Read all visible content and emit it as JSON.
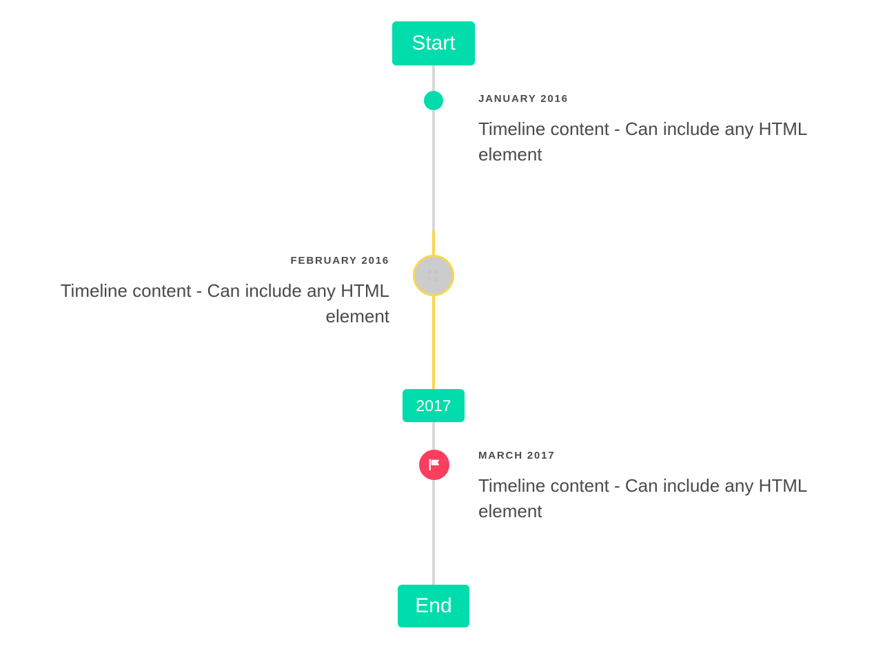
{
  "colors": {
    "accent_teal": "#00DCAB",
    "accent_yellow": "#FAD74F",
    "accent_pink": "#FA3E5E",
    "line_gray": "#D8D8D8",
    "marker_gray": "#CCCCCC",
    "text_gray": "#4A4A4A",
    "background": "#FFFFFF"
  },
  "timeline": {
    "start_cap": {
      "label": "Start"
    },
    "year_cap": {
      "label": "2017"
    },
    "end_cap": {
      "label": "End"
    },
    "entries": [
      {
        "id": "january-2016",
        "side": "right",
        "date": "JANUARY 2016",
        "body": "Timeline content - Can include any HTML element",
        "marker": {
          "type": "dot",
          "icon": "none",
          "color": "#00DCAB"
        }
      },
      {
        "id": "february-2016",
        "side": "left",
        "date": "FEBRUARY 2016",
        "body": "Timeline content - Can include any HTML element",
        "marker": {
          "type": "circle-outline",
          "icon": "missing-glyph-icon",
          "color": "#CCCCCC",
          "border_color": "#FAD74F"
        }
      },
      {
        "id": "march-2017",
        "side": "right",
        "date": "MARCH 2017",
        "body": "Timeline content - Can include any HTML element",
        "marker": {
          "type": "icon-circle",
          "icon": "flag-icon",
          "color": "#FA3E5E"
        }
      }
    ],
    "segments": [
      {
        "id": "segment-top",
        "color": "#D8D8D8"
      },
      {
        "id": "segment-middle",
        "color": "#FAD74F"
      },
      {
        "id": "segment-bottom",
        "color": "#D8D8D8"
      }
    ]
  }
}
